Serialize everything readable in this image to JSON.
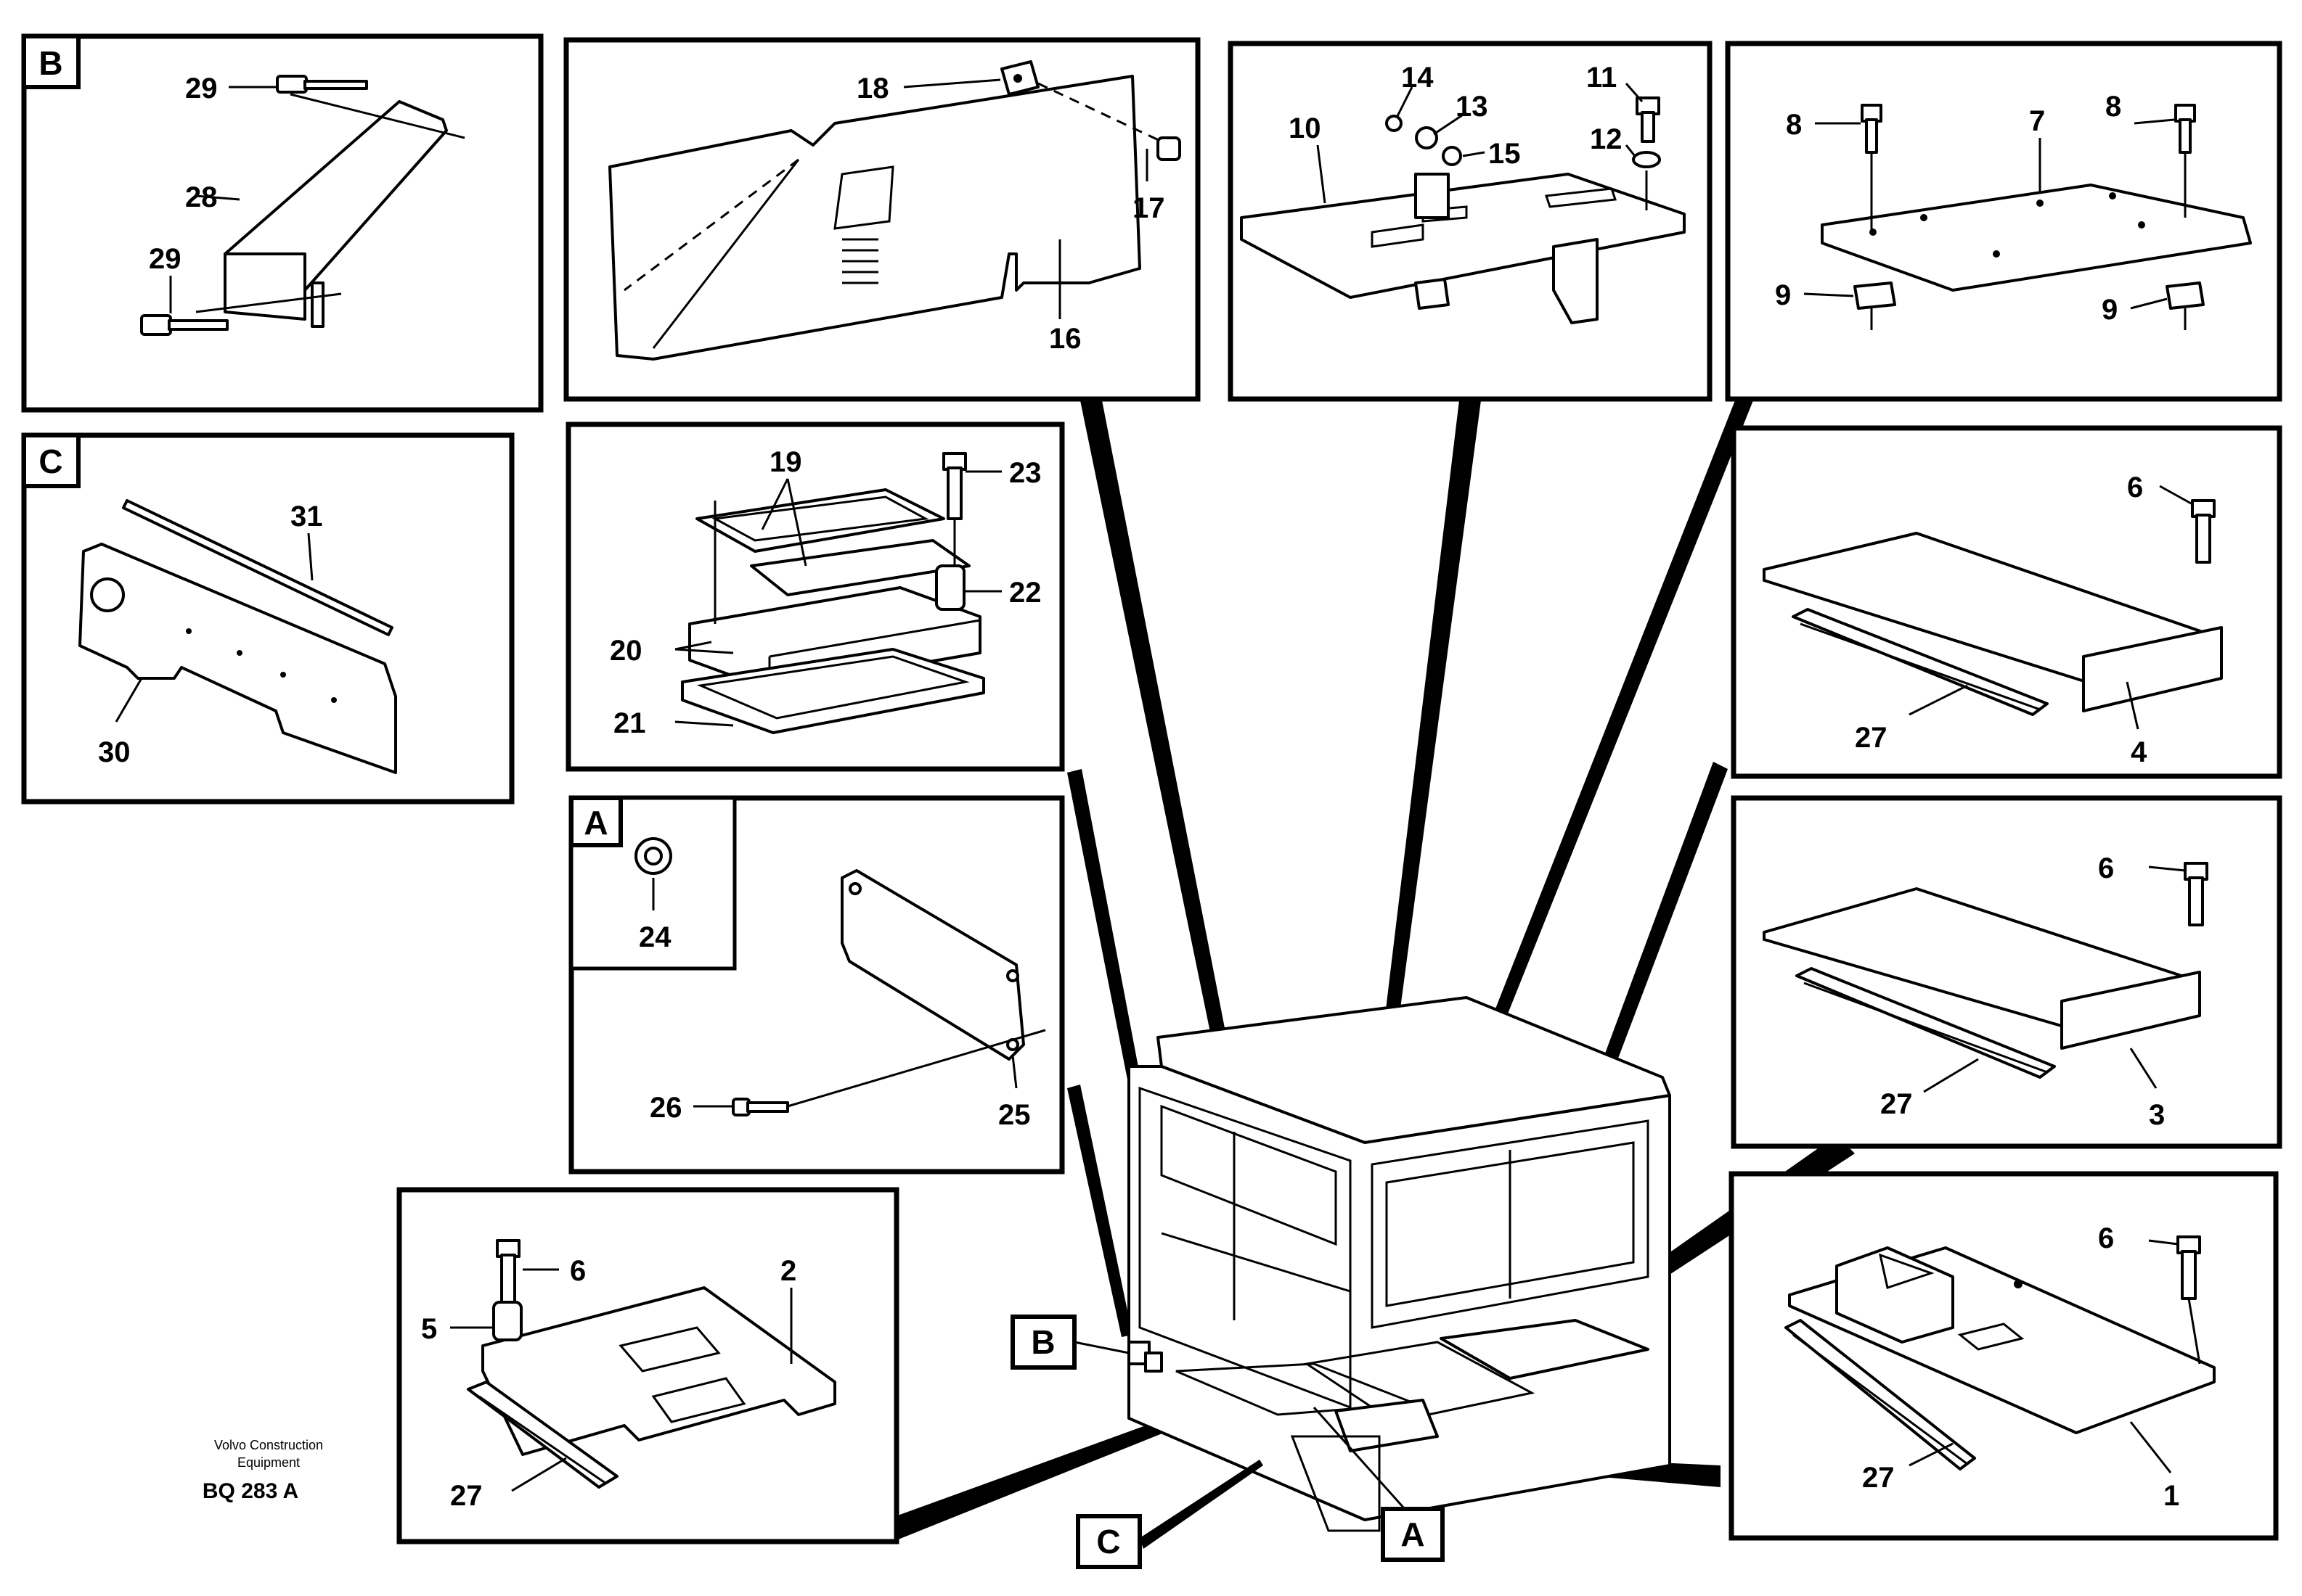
{
  "detail_views": {
    "b": "B",
    "c": "C",
    "a": "A"
  },
  "callouts": {
    "p1": "1",
    "p2": "2",
    "p3": "3",
    "p4": "4",
    "p5": "5",
    "p6": "6",
    "p7": "7",
    "p8": "8",
    "p9": "9",
    "p10": "10",
    "p11": "11",
    "p12": "12",
    "p13": "13",
    "p14": "14",
    "p15": "15",
    "p16": "16",
    "p17": "17",
    "p18": "18",
    "p19": "19",
    "p20": "20",
    "p21": "21",
    "p22": "22",
    "p23": "23",
    "p24": "24",
    "p25": "25",
    "p26": "26",
    "p27": "27",
    "p28": "28",
    "p29": "29",
    "p30": "30",
    "p31": "31"
  },
  "footer": {
    "company_line1": "Volvo Construction",
    "company_line2": "Equipment",
    "drawing_code": "BQ 283 A"
  }
}
